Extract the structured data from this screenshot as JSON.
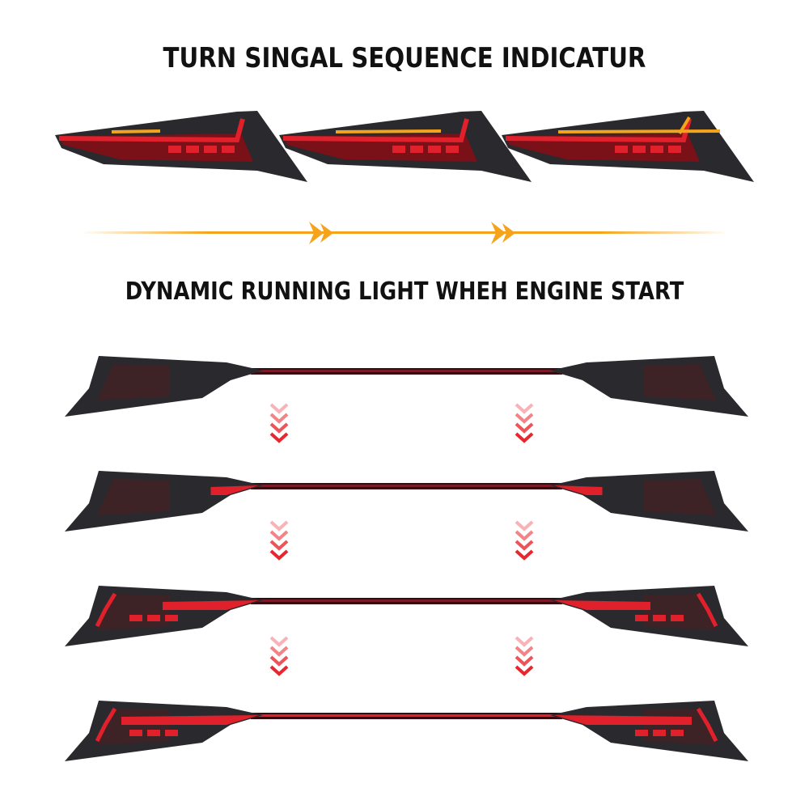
{
  "headings": {
    "turn_signal": "TURN SINGAL SEQUENCE INDICATUR",
    "running_light": "DYNAMIC RUNNING LIGHT WHEH ENGINE START"
  },
  "colors": {
    "amber": "#f5a31a",
    "red": "#e0202a",
    "housing": "#2a2a2e",
    "chevron_red": "#e8262e"
  },
  "turn_signal_stages": [
    0.3,
    0.65,
    1.0
  ],
  "running_light_stages": [
    0.0,
    0.35,
    0.7,
    1.0
  ]
}
